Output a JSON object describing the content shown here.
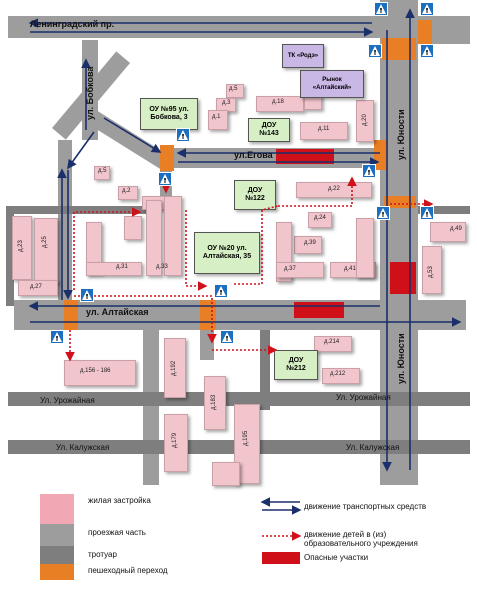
{
  "streets": {
    "leningradsky": "Ленинградский пр.",
    "bobkova": "ул. Бобкова",
    "egorova": "ул.Егова",
    "altayskaya": "ул. Алтайская",
    "yunosti_top": "ул. Юности",
    "yunosti_bottom": "ул. Юности",
    "urozhaynaya_left": "Ул. Урожайная",
    "urozhaynaya_right": "Ул. Урожайная",
    "kaluzhskaya_left": "Ул. Калужская",
    "kaluzhskaya_right": "Ул. Калужская"
  },
  "buildings": {
    "tk": "ТК «Родэ»",
    "rynok": "Рынок «Алтайский»",
    "ou95": "ОУ №95 ул. Бобкова, 3",
    "dou143": "ДОУ №143",
    "dou122": "ДОУ №122",
    "ou20": "ОУ №20 ул. Алтайская, 35",
    "dou212": "ДОУ №212"
  },
  "houses": {
    "d5a": "д.5",
    "d3": "д.3",
    "d18": "д.18",
    "d1": "д.1",
    "d11": "д.11",
    "d20": "д.20",
    "d5b": "д.5",
    "d2": "д.2",
    "d22": "д.22",
    "d24": "д.24",
    "d39": "д.39",
    "d41": "д.41",
    "d37": "д.37",
    "d49": "д.49",
    "d53": "д.53",
    "d23": "д.23",
    "d25": "д.25",
    "d27": "д.27",
    "d31": "д.31",
    "d33": "д.33",
    "d214": "д.214",
    "d212": "д.212",
    "d156": "д.156 - 186",
    "d192": "д.192",
    "d183": "д.183",
    "d179": "д.179",
    "d195": "д.195"
  },
  "legend": {
    "residential": "жилая застройка",
    "roadway": "проезжая часть",
    "sidewalk": "тротуар",
    "crossing": "пешеходный переход",
    "traffic": "движение транспортных средств",
    "children": "движение детей в (из) образовательного учреждения",
    "danger": "Опасные участки"
  },
  "colors": {
    "residential": "#f2c5cd",
    "roadway": "#9d9d9d",
    "sidewalk": "#7e7e7e",
    "crossing": "#e87f25",
    "danger": "#cf1018",
    "school": "#d6efc4",
    "commercial": "#c9b7e6",
    "sign": "#1c6fc0"
  },
  "icons": {
    "crosswalk": "pedestrian-crossing-sign-icon"
  }
}
